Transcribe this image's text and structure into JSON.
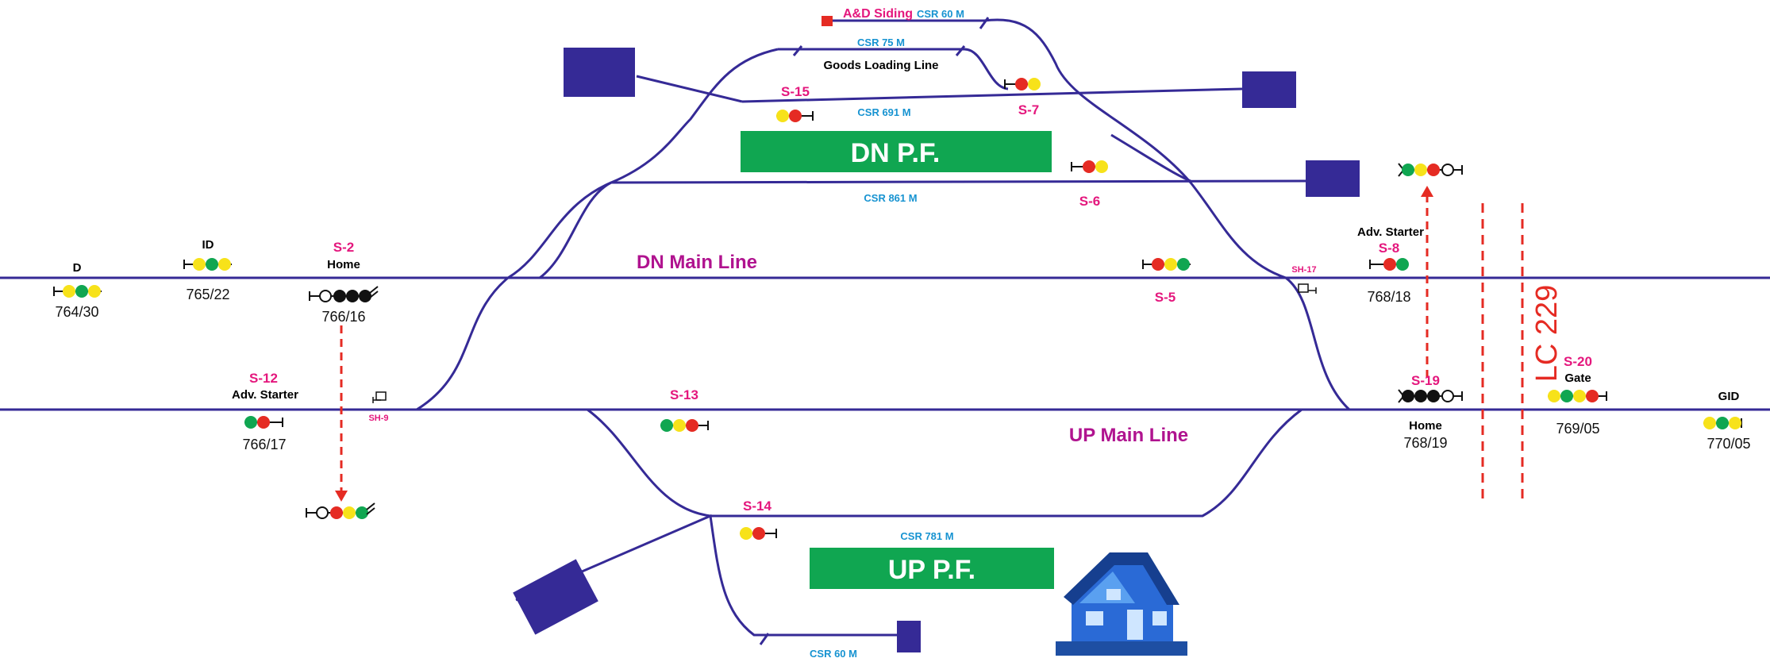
{
  "labels": {
    "ad_siding": "A&D Siding",
    "csr_60_top": "CSR 60 M",
    "csr_75": "CSR 75 M",
    "goods_loading": "Goods Loading Line",
    "csr_691": "CSR 691 M",
    "csr_861": "CSR 861 M",
    "csr_781": "CSR 781 M",
    "csr_60_bottom": "CSR 60 M",
    "dn_pf": "DN P.F.",
    "up_pf": "UP P.F.",
    "dn_main": "DN Main Line",
    "up_main": "UP Main Line",
    "lc": "LC 229",
    "sh9": "SH-9",
    "sh17": "SH-17"
  },
  "signals": {
    "d": {
      "name": "D",
      "km": "764/30"
    },
    "id": {
      "name": "ID",
      "km": "765/22"
    },
    "s2": {
      "code": "S-2",
      "name": "Home",
      "km": "766/16"
    },
    "s12": {
      "code": "S-12",
      "name": "Adv. Starter",
      "km": "766/17"
    },
    "s13": {
      "code": "S-13"
    },
    "s14": {
      "code": "S-14"
    },
    "s15": {
      "code": "S-15"
    },
    "s7": {
      "code": "S-7"
    },
    "s6": {
      "code": "S-6"
    },
    "s5": {
      "code": "S-5"
    },
    "s8": {
      "code": "S-8",
      "name": "Adv. Starter",
      "km": "768/18"
    },
    "s19": {
      "code": "S-19",
      "name": "Home",
      "km": "768/19"
    },
    "s20": {
      "code": "S-20",
      "name": "Gate",
      "km": "769/05"
    },
    "gid": {
      "name": "GID",
      "km": "770/05"
    }
  },
  "colors": {
    "track": "#352a96",
    "platform": "#10a651",
    "signal_red": "#e52b23",
    "signal_yellow": "#f7e21a",
    "signal_green": "#10a651",
    "signal_black": "#111111",
    "label_magenta": "#e4177d",
    "label_csr": "#1793d1",
    "building": "#352a96",
    "arrow": "#e52b23"
  },
  "icons": [
    "station-building-icon",
    "shunt-signal-icon",
    "buffer-stop-icon"
  ]
}
